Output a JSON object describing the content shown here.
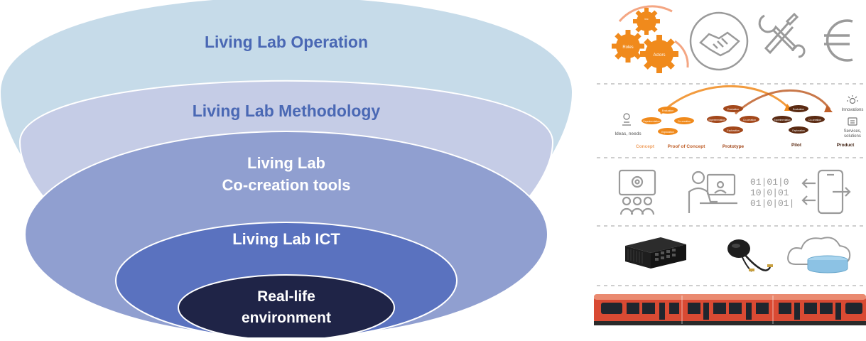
{
  "layers": {
    "operation": "Living Lab Operation",
    "methodology": "Living Lab Methodology",
    "cocreation_line1": "Living Lab",
    "cocreation_line2": "Co-creation tools",
    "ict": "Living Lab ICT",
    "reallife_line1": "Real-life",
    "reallife_line2": "environment"
  },
  "colors": {
    "operation": "#c6dbe9",
    "methodology": "#c5cce6",
    "cocreation": "#909fd0",
    "ict": "#5a72bf",
    "reallife": "#1f2447",
    "accent_orange": "#f08a1c",
    "dark_brown": "#5a2a12",
    "train_red": "#d94a33"
  },
  "operation_row": {
    "gears": [
      "Roles",
      "Actors",
      "Inc\nent\nwe"
    ],
    "icons": [
      "gears-icon",
      "handshake-icon",
      "tools-icon",
      "euro-icon"
    ]
  },
  "methodology_row": {
    "ideas": "Ideas, needs",
    "stages": [
      "Concept",
      "Proof of Concept",
      "Prototype",
      "Pilot",
      "Product"
    ],
    "node_evaluation": "Evaluation",
    "node_experimentation": "Experimentation",
    "node_co_creation": "Co-creation",
    "node_exploration": "Exploration",
    "innovations": "Innovations",
    "services_solutions": "Services, solutions"
  },
  "cocreation_row": {
    "icons": [
      "team-settings-icon",
      "person-computer-icon",
      "binary-data-icon",
      "mobile-transfer-icon"
    ],
    "binary_lines": [
      "01|01|0",
      "10|0|01",
      "01|0|01|"
    ]
  },
  "ict_row": {
    "icons": [
      "edge-computer-icon",
      "gnss-antenna-icon",
      "cloud-database-icon"
    ]
  },
  "environment_row": {
    "icons": [
      "tram-icon"
    ]
  }
}
